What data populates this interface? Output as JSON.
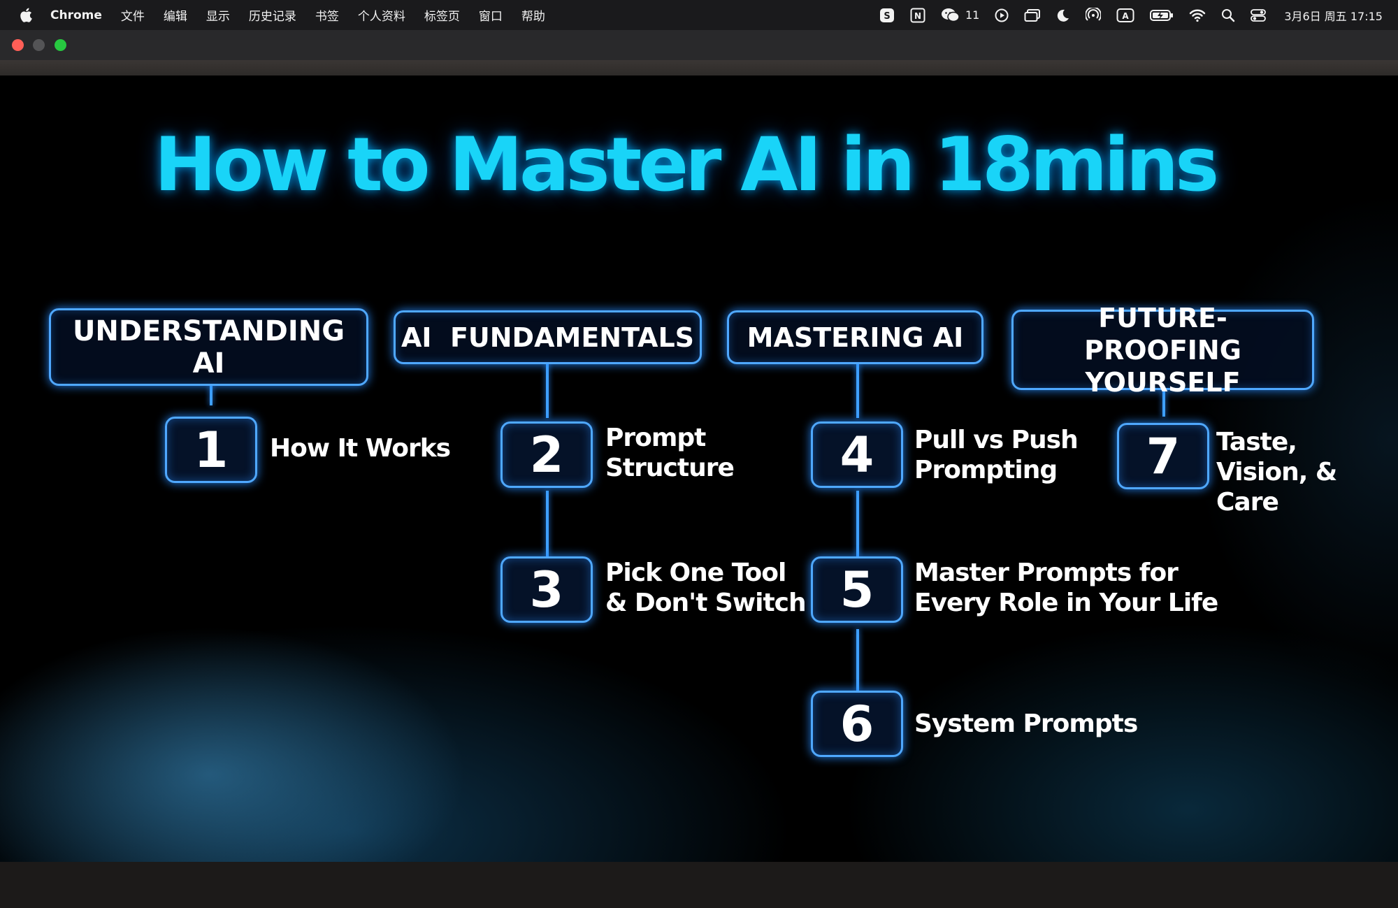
{
  "menubar": {
    "apple_icon": "apple-logo-icon",
    "app_name": "Chrome",
    "menus": [
      "文件",
      "编辑",
      "显示",
      "历史记录",
      "书签",
      "个人资料",
      "标签页",
      "窗口",
      "帮助"
    ],
    "tray": {
      "wechat_count": "11",
      "datetime": "3月6日 周五 17:15"
    }
  },
  "window": {
    "traffic_lights": {
      "close": "#ff5f57",
      "minimize": "#545456",
      "zoom": "#27c840"
    }
  },
  "video": {
    "title": "How to Master AI in 18mins",
    "accent_color": "#19d4f8",
    "glow_color": "#4fa8ff",
    "categories": [
      "UNDERSTANDING AI",
      "AI  FUNDAMENTALS",
      "MASTERING AI",
      "FUTURE-PROOFING YOURSELF"
    ],
    "steps": [
      {
        "number": "1",
        "label": "How It Works"
      },
      {
        "number": "2",
        "label": "Prompt Structure"
      },
      {
        "number": "3",
        "label": "Pick One Tool & Don't Switch"
      },
      {
        "number": "4",
        "label": "Pull vs Push Prompting"
      },
      {
        "number": "5",
        "label": "Master Prompts for Every Role in Your Life"
      },
      {
        "number": "6",
        "label": "System Prompts"
      },
      {
        "number": "7",
        "label": "Taste, Vision, & Care"
      }
    ]
  }
}
